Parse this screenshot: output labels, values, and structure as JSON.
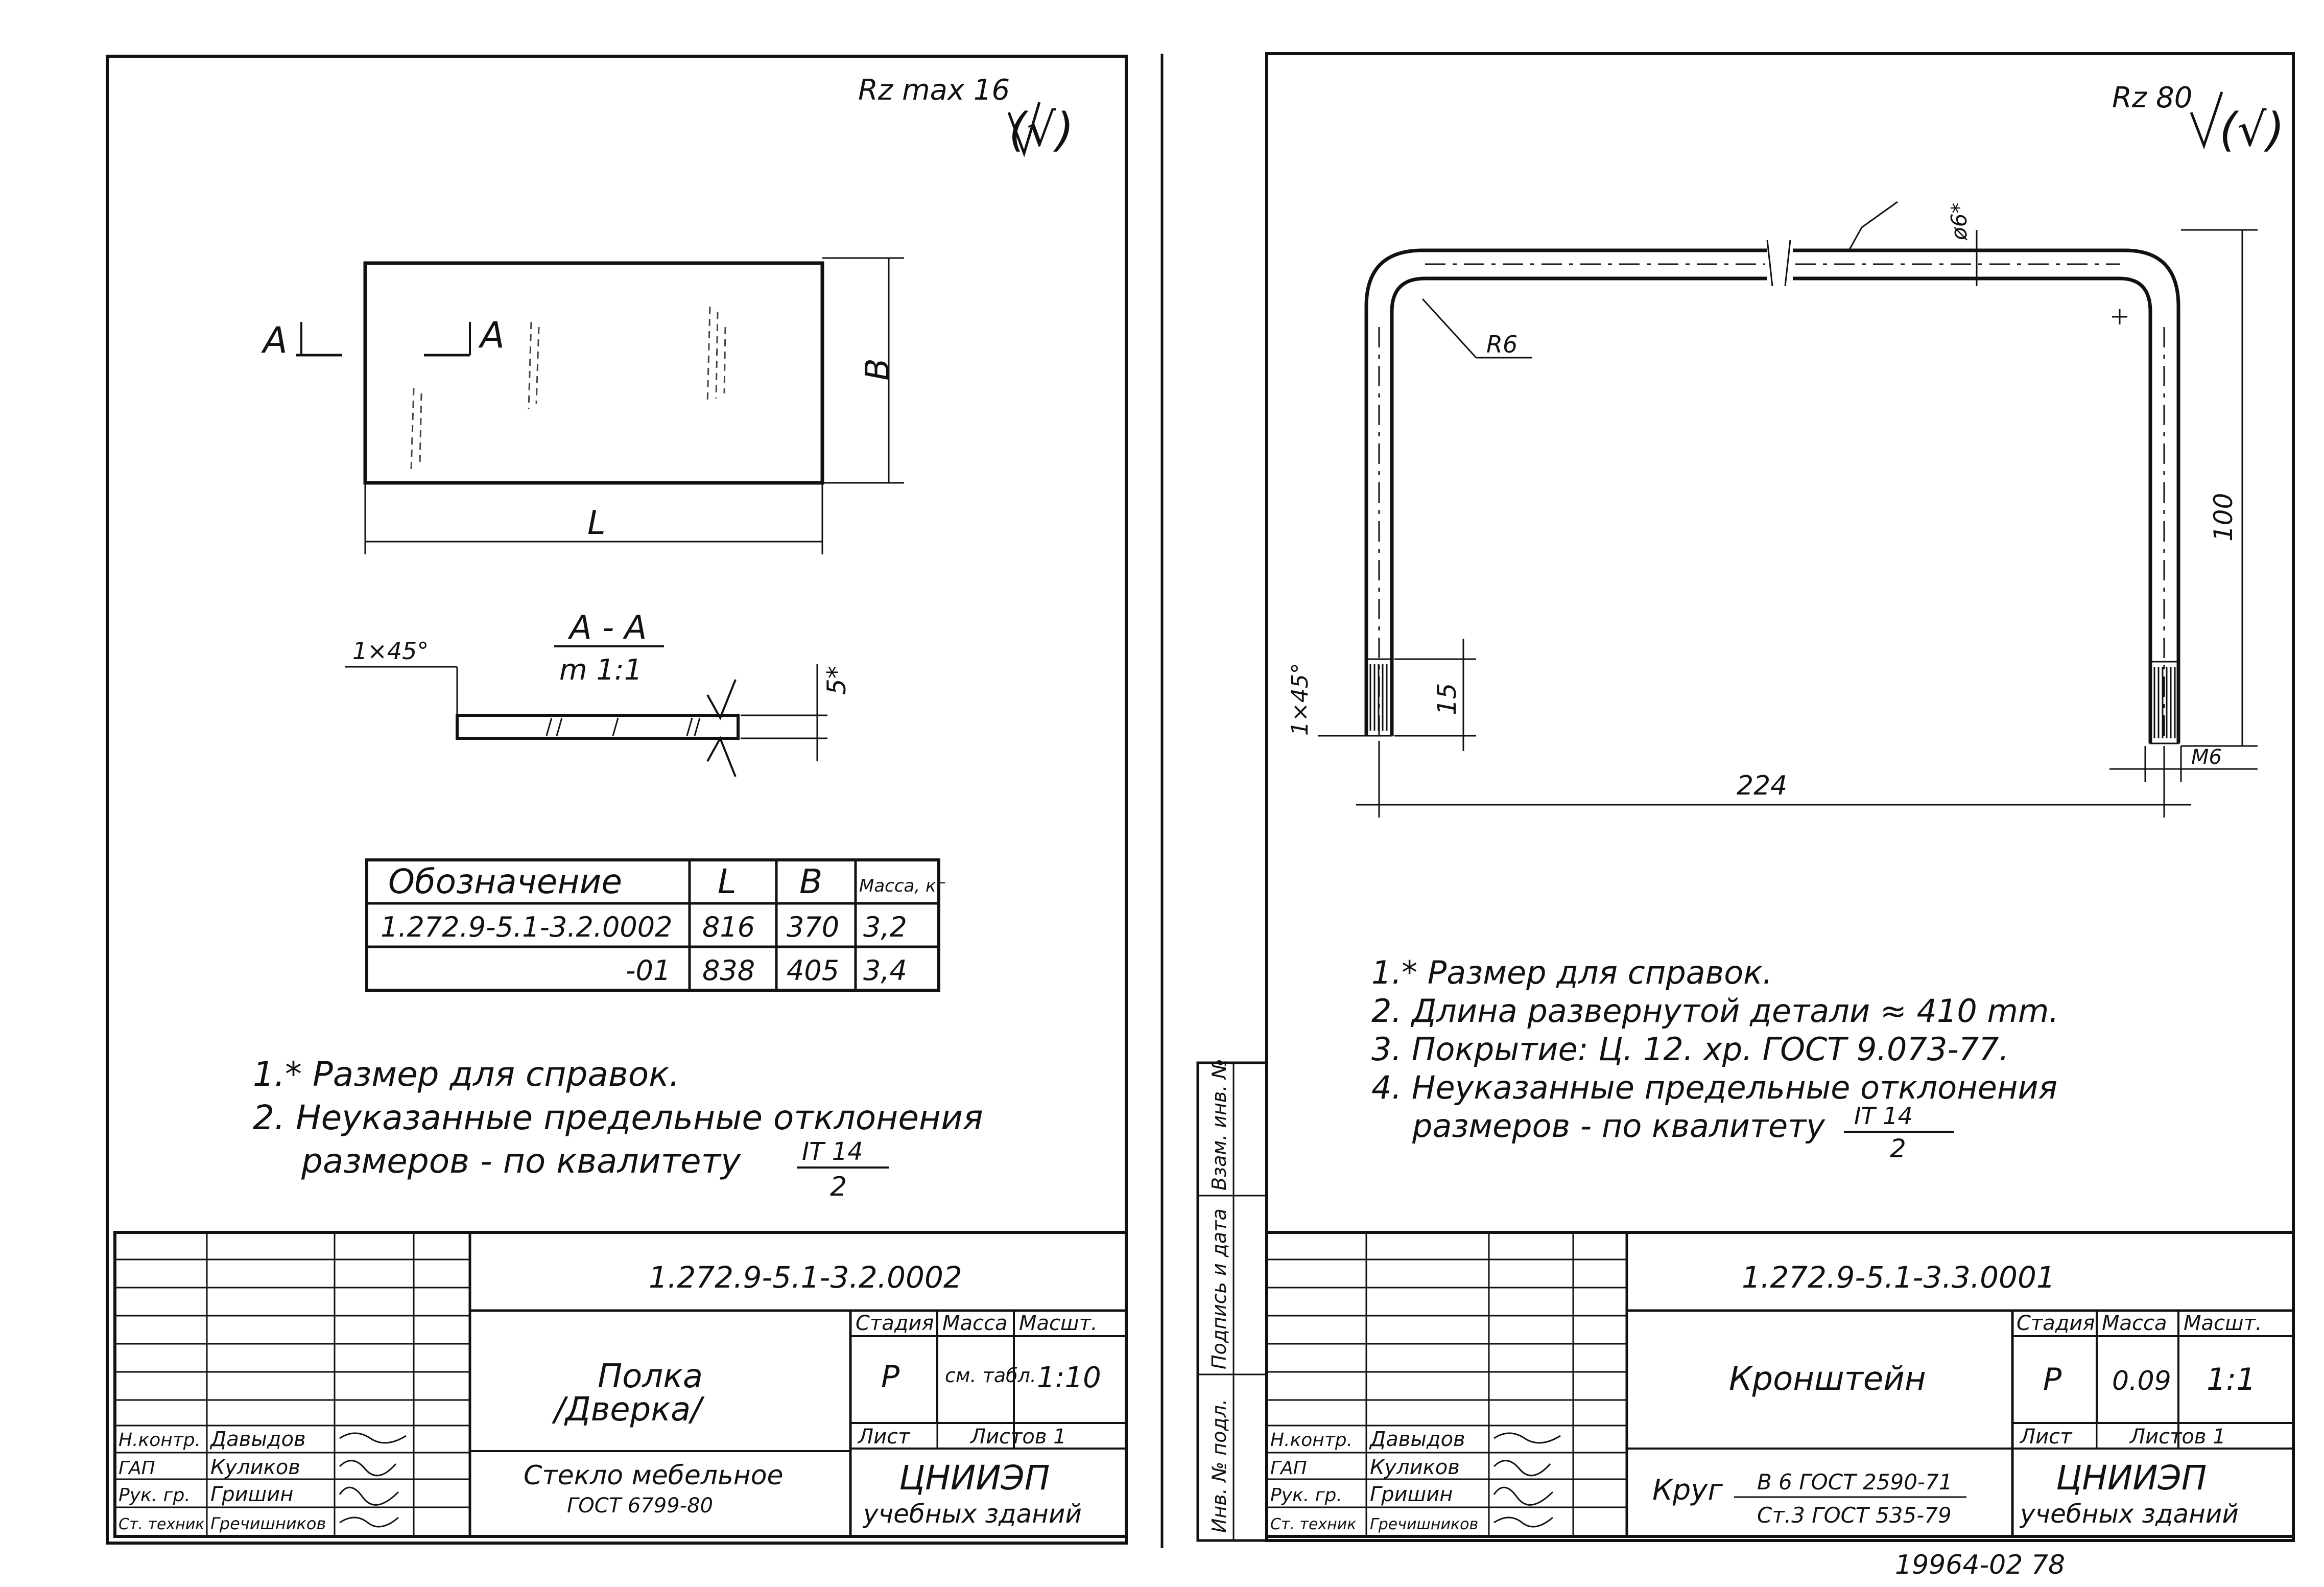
{
  "left_sheet": {
    "roughness": "Rz max 16",
    "roughness_mark": "(√)",
    "plan_view": {
      "section_mark": "A",
      "dim_length": "L",
      "dim_width": "B"
    },
    "section": {
      "title": "A - A",
      "scale": "m 1:1",
      "chamfer": "1×45°",
      "thickness": "5*"
    },
    "table": {
      "headers": [
        "Обозначение",
        "L",
        "B",
        "Масса, кг"
      ],
      "rows": [
        [
          "1.272.9-5.1-3.2.0002",
          "816",
          "370",
          "3,2"
        ],
        [
          "-01",
          "838",
          "405",
          "3,4"
        ]
      ]
    },
    "notes": [
      "1.* Размер для справок.",
      "2. Неуказанные предельные отклонения",
      "размеров - по квалитету"
    ],
    "tolerance": {
      "numerator": "IT 14",
      "denominator": "2"
    },
    "title_block": {
      "designation": "1.272.9-5.1-3.2.0002",
      "name_line1": "Полка",
      "name_line2": "/Дверка/",
      "stage_label": "Стадия",
      "mass_label": "Масса",
      "scale_label": "Масшт.",
      "stage": "Р",
      "mass": "см. табл.",
      "scale": "1:10",
      "sheet_label": "Лист",
      "sheets_label": "Листов 1",
      "material_line1": "Стекло мебельное",
      "material_line2": "ГОСТ 6799-80",
      "org_line1": "ЦНИИЭП",
      "org_line2": "учебных зданий",
      "signatures": [
        {
          "role": "Н.контр.",
          "name": "Давыдов"
        },
        {
          "role": "ГАП",
          "name": "Куликов"
        },
        {
          "role": "Рук. гр.",
          "name": "Гришин"
        },
        {
          "role": "Ст. техник",
          "name": "Гречишников"
        }
      ]
    }
  },
  "right_sheet": {
    "roughness": "Rz 80",
    "roughness_mark": "(√)",
    "dims": {
      "radius": "R6",
      "diameter": "ø6*",
      "height": "100",
      "width": "224",
      "thread_len": "15",
      "chamfer": "1×45°",
      "thread": "M6"
    },
    "notes": [
      "1.* Размер для справок.",
      "2. Длина развернутой детали ≈ 410 mm.",
      "3. Покрытие: Ц. 12. хр. ГОСТ 9.073-77.",
      "4. Неуказанные предельные отклонения",
      "размеров - по квалитету"
    ],
    "tolerance": {
      "numerator": "IT 14",
      "denominator": "2"
    },
    "side_stamp": [
      "Инв. № подл.",
      "Подпись и дата",
      "Взам. инв. №"
    ],
    "title_block": {
      "designation": "1.272.9-5.1-3.3.0001",
      "name_line1": "Кронштейн",
      "stage_label": "Стадия",
      "mass_label": "Масса",
      "scale_label": "Масшт.",
      "stage": "Р",
      "mass": "0.09",
      "scale": "1:1",
      "sheet_label": "Лист",
      "sheets_label": "Листов 1",
      "material_prefix": "Круг",
      "material_line1": "B 6 ГОСТ 2590-71",
      "material_line2": "Ст.3 ГОСТ 535-79",
      "org_line1": "ЦНИИЭП",
      "org_line2": "учебных зданий",
      "signatures": [
        {
          "role": "Н.контр.",
          "name": "Давыдов"
        },
        {
          "role": "ГАП",
          "name": "Куликов"
        },
        {
          "role": "Рук. гр.",
          "name": "Гришин"
        },
        {
          "role": "Ст. техник",
          "name": "Гречишников"
        }
      ]
    }
  },
  "archive_number": "19964-02  78"
}
